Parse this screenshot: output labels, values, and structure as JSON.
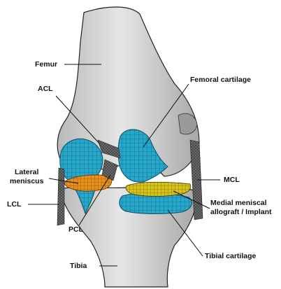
{
  "figure": {
    "labels": {
      "femur": "Femur",
      "acl": "ACL",
      "femoral_cartilage": "Femoral cartilage",
      "lateral_meniscus_line1": "Lateral",
      "lateral_meniscus_line2": "meniscus",
      "mcl": "MCL",
      "lcl": "LCL",
      "medial_meniscus_line1": "Medial meniscal",
      "medial_meniscus_line2": "allograft / Implant",
      "pcl": "PCL",
      "tibial_cartilage": "Tibial cartilage",
      "tibia": "Tibia"
    },
    "colors": {
      "bone": "#cfcfcf",
      "bone_dark": "#9d9d9d",
      "cartilage": "#27a7c9",
      "cartilage_mesh": "#0a4e66",
      "lateral_meniscus": "#e8901c",
      "medial_meniscus": "#d6c21a",
      "ligament": "#5d5d5d",
      "leader_line": "#111111"
    }
  }
}
